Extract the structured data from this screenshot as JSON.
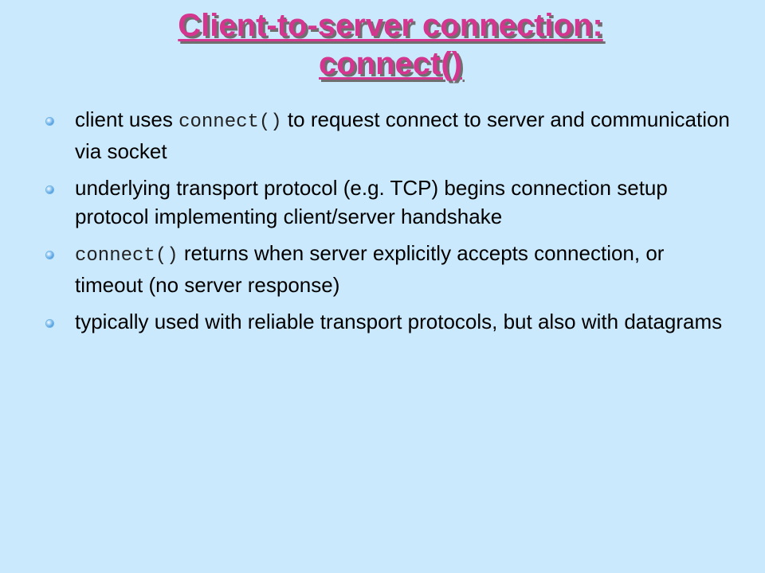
{
  "title": {
    "line1": "Client-to-server connection:",
    "line2": "connect()"
  },
  "bullets": [
    {
      "pre": "client uses ",
      "code": "connect()",
      "post": "  to request connect to server and communication via socket"
    },
    {
      "pre": "underlying transport protocol (e.g. TCP) begins connection setup protocol implementing client/server handshake",
      "code": "",
      "post": ""
    },
    {
      "pre": "",
      "code": "connect()",
      "post": "  returns when server explicitly accepts connection, or timeout (no server response)"
    },
    {
      "pre": "typically used with reliable transport protocols, but also with datagrams",
      "code": "",
      "post": ""
    }
  ],
  "colors": {
    "background": "#cbe9fd",
    "title": "#d4358f",
    "bullet_icon": "#3b8fd8"
  }
}
